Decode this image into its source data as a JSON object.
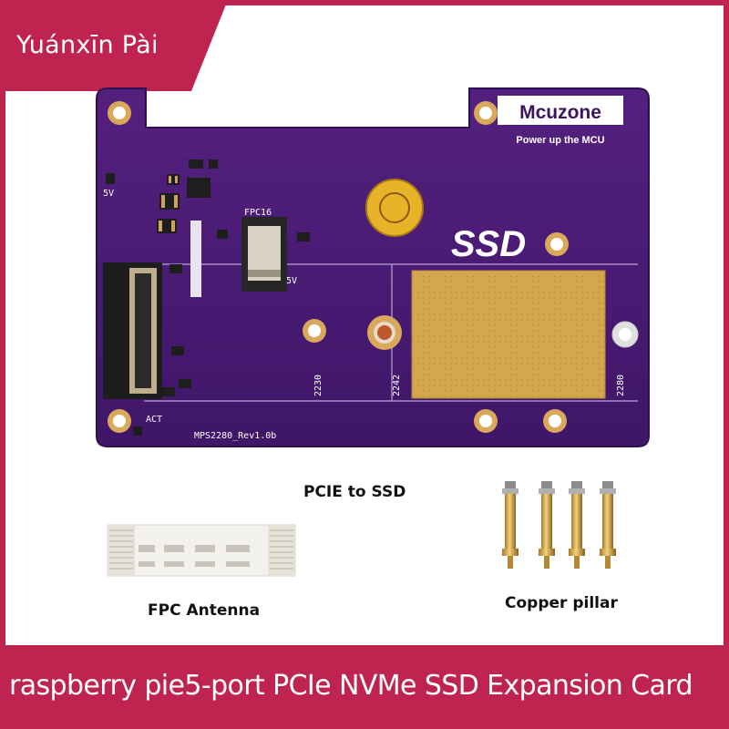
{
  "brand_banner": {
    "text": "Yuánxīn Pài",
    "color": "#bf2451"
  },
  "board": {
    "logo": "Mcuzone",
    "tagline": "Power up the MCU",
    "ssd_label": "SSD",
    "silkscreen": {
      "fpc": "FPC16",
      "v5_left": "5V",
      "v5_conn": "5V",
      "act": "ACT",
      "rev": "MPS2280_Rev1.0b",
      "len_2230": "2230",
      "len_2242": "2242",
      "len_2280": "2280"
    },
    "pcb_color": "#4a1b78"
  },
  "captions": {
    "pcie": "PCIE to SSD",
    "fpc_antenna": "FPC Antenna",
    "copper_pillar": "Copper pillar"
  },
  "title_bar": {
    "text": "raspberry pie5-port PCIe NVMe SSD Expansion Card"
  }
}
